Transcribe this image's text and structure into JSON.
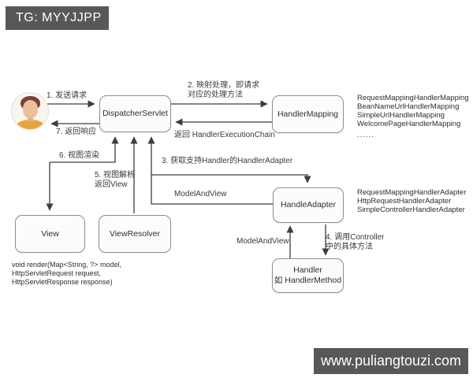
{
  "banners": {
    "top_left": "TG: MYYJJPP",
    "bottom_right": "www.puliangtouzi.com"
  },
  "nodes": {
    "dispatcher_servlet": "DispatcherServlet",
    "handler_mapping": "HandlerMapping",
    "handle_adapter": "HandleAdapter",
    "handler_line1": "Handler",
    "handler_line2": "如 HandlerMethod",
    "view": "View",
    "view_resolver": "ViewResolver"
  },
  "edges": {
    "step1": "1. 发送请求",
    "step2_line1": "2. 映射处理，即请求",
    "step2_line2": "对应的处理方法",
    "return_chain": "返回 HandlerExecutionChain",
    "step3": "3. 获取支持Handler的HandlerAdapter",
    "model_and_view_upper": "ModelAndView",
    "step4_line1": "4. 调用Controller",
    "step4_line2": "中的具体方法",
    "model_and_view_lower": "ModelAndView",
    "step5_line1": "5. 视图解析",
    "step5_line2": "返回View",
    "step6": "6. 视图渲染",
    "step7": "7. 返回响应"
  },
  "handler_mapping_list": [
    "RequestMappingHandlerMapping",
    "BeanNameUrlHandlerMapping",
    "SimpleUrlHandlerMapping",
    "WelcomePageHandlerMapping",
    "......"
  ],
  "handler_adapter_list": [
    "RequestMappingHandlerAdapter",
    "HttpRequestHandlerAdapter",
    "SimpleControllerHandlerAdapter"
  ],
  "code_note": [
    "void render(Map<String, ?> model,",
    "HttpServletRequest request,",
    "HttpServletResponse response)"
  ],
  "colors": {
    "banner_bg": "#58585a",
    "banner_text": "#ffffff",
    "line": "#3d3d3d",
    "node_border": "#8f8f8f",
    "node_bg": "#fcfcfc"
  }
}
